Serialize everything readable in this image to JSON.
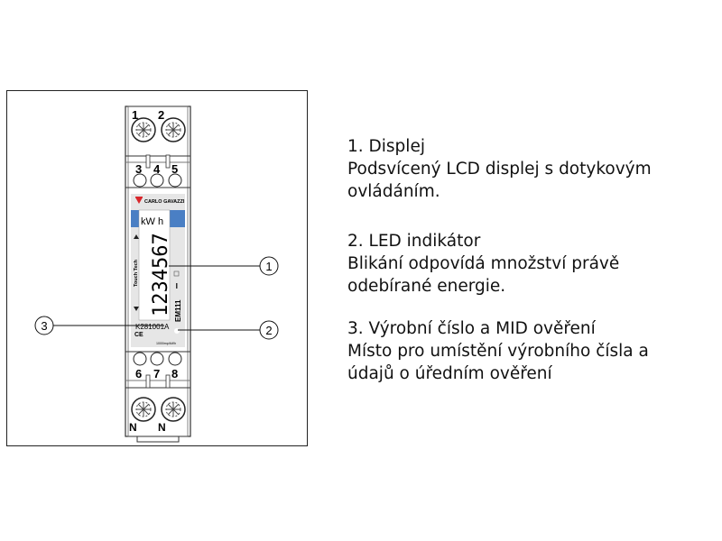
{
  "device": {
    "brand": "CARLO GAVAZZI",
    "model": "EM111",
    "unit": "kW h",
    "reading": "1234567",
    "touch_label": "Touch Tech",
    "serial": "K281001A",
    "ce_mark": "CE",
    "impulse_rate": "1000imp/kWh",
    "terminals_top": [
      "1",
      "2"
    ],
    "terminals_mid_top": [
      "3",
      "4",
      "5"
    ],
    "terminals_mid_bottom": [
      "6",
      "7",
      "8"
    ],
    "terminals_bottom": [
      "N",
      "N"
    ],
    "accent_color": "#4a7fc4",
    "logo_color": "#d9262b"
  },
  "callouts": [
    "1",
    "2",
    "3"
  ],
  "descriptions": [
    {
      "title": "1. Displej",
      "lines": [
        "Podsvícený LCD displej s dotykovým",
        "ovládáním."
      ]
    },
    {
      "title": "2. LED indikátor",
      "lines": [
        "Blikání odpovídá množství právě",
        "odebírané energie."
      ]
    },
    {
      "title": "3. Výrobní číslo a MID ověření",
      "lines": [
        "Místo pro umístění výrobního čísla a",
        "údajů o úředním ověření"
      ]
    }
  ]
}
